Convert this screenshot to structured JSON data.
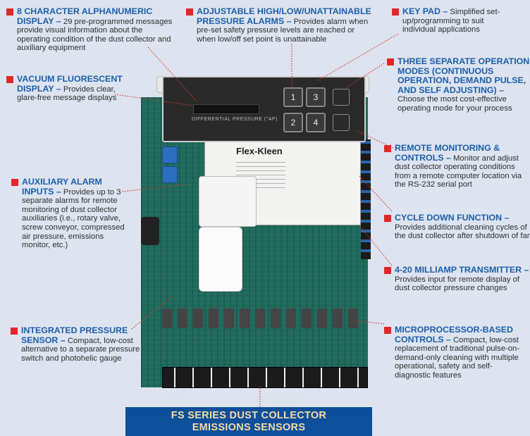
{
  "callouts": [
    {
      "heading": "8 CHARACTER ALPHANUMERIC DISPLAY –",
      "body": "29 pre-programmed messages provide visual information about the operating condition of the dust collector and auxiliary equipment"
    },
    {
      "heading": "ADJUSTABLE HIGH/LOW/UNATTAINABLE PRESSURE ALARMS –",
      "body": "Provides alarm when pre-set safety pressure levels are reached or when low/off set point is unattainable"
    },
    {
      "heading": "KEY PAD –",
      "body": "Simplified set-up/programming to suit individual applications"
    },
    {
      "heading": "VACUUM FLUORESCENT DISPLAY –",
      "body": "Provides clear, glare-free message displays"
    },
    {
      "heading": "THREE SEPARATE OPERATION MODES (CONTINUOUS OPERATION, DEMAND PULSE, AND SELF ADJUSTING) –",
      "body": "Choose the most cost-effective operating mode for your process"
    },
    {
      "heading": "REMOTE MONITORING & CONTROLS –",
      "body": "Monitor and adjust dust collector operating conditions from a remote computer location via the RS-232 serial port"
    },
    {
      "heading": "AUXILIARY ALARM INPUTS –",
      "body": "Provides up to 3 separate alarms for remote monitoring of dust collector auxiliaries (i.e., rotary valve, screw conveyor, compressed air pressure, emissions monitor, etc.)"
    },
    {
      "heading": "CYCLE DOWN FUNCTION –",
      "body": "Provides additional cleaning cycles of the dust collector after shutdown of fan"
    },
    {
      "heading": "4-20 MILLIAMP TRANSMITTER –",
      "body": "Provides input for remote display of dust collector pressure changes"
    },
    {
      "heading": "INTEGRATED PRESSURE SENSOR –",
      "body": "Compact, low-cost alternative to a separate pressure switch and photohelic gauge"
    },
    {
      "heading": "MICROPROCESSOR-BASED CONTROLS –",
      "body": "Compact, low-cost replacement of traditional pulse-on-demand-only cleaning with multiple operational, safety and self-diagnostic features"
    }
  ],
  "board": {
    "brand": "Flex-Kleen",
    "display_label": "DIFFERENTIAL PRESSURE (\"AP)",
    "keys": [
      "1",
      "2",
      "3",
      "4"
    ],
    "pcb_text_left": "16C80",
    "pcb_text_right": "DR1 TOMD 000 (AFS)"
  },
  "banner": {
    "line1": "FS SERIES DUST COLLECTOR",
    "line2": "EMISSIONS SENSORS"
  },
  "colors": {
    "background": "#dde3ef",
    "heading": "#1b5fab",
    "bullet": "#e2262a",
    "banner": "#0e4f9b",
    "banner_text": "#f6dba4"
  }
}
